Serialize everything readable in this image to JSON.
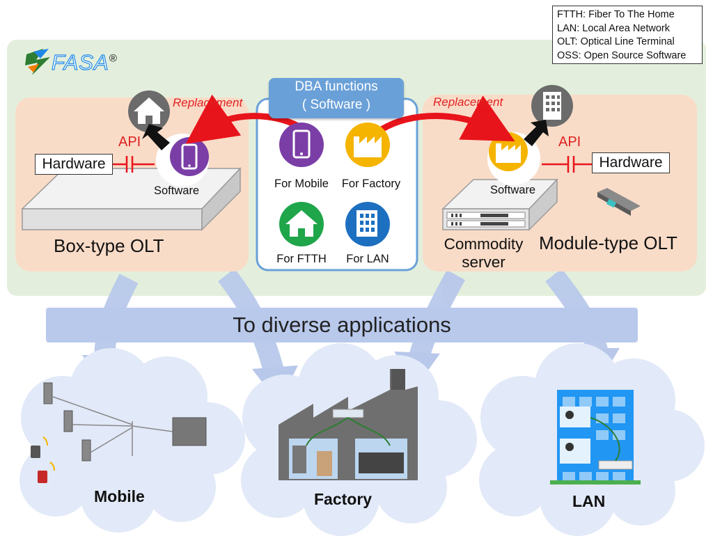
{
  "legend": {
    "ftth": "FTTH: Fiber To The Home",
    "lan": "LAN: Local Area Network",
    "olt": "OLT: Optical Line Terminal",
    "oss": "OSS: Open Source Software"
  },
  "logo": {
    "text": "FASA",
    "mark": "®"
  },
  "dba": {
    "title_line1": "DBA functions",
    "title_line2": "( Software )",
    "mobile": "For Mobile",
    "factory": "For Factory",
    "ftth": "For FTTH",
    "lan": "For LAN"
  },
  "left": {
    "hardware": "Hardware",
    "api": "API",
    "replacement": "Replacement",
    "software": "Software",
    "olt": "Box-type OLT"
  },
  "right": {
    "hardware": "Hardware",
    "api": "API",
    "replacement": "Replacement",
    "software": "Software",
    "server_line1": "Commodity",
    "server_line2": "server",
    "olt": "Module-type OLT"
  },
  "banner": "To diverse applications",
  "clouds": {
    "mobile": "Mobile",
    "factory": "Factory",
    "lan": "LAN"
  },
  "colors": {
    "panel_green": "#e3efdc",
    "olt_peach": "#f9dcc8",
    "arrow_red": "#e8141b",
    "mobile_purple": "#7a3ea6",
    "factory_yellow": "#f5b400",
    "ftth_green": "#1fa54a",
    "lan_blue": "#1d6fc0",
    "banner_blue": "#b9c9ec"
  }
}
